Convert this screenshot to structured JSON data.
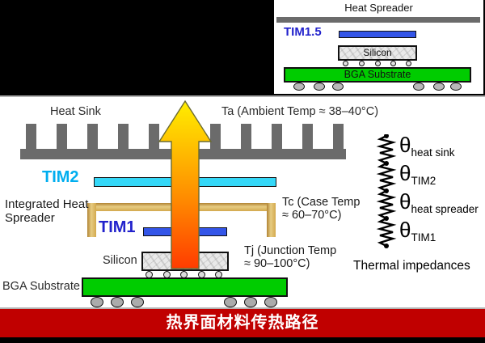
{
  "inset": {
    "title": "Heat Spreader",
    "tim_label": "TIM1.5",
    "silicon_label": "Silicon",
    "bga_label": "BGA Substrate"
  },
  "main": {
    "heat_sink_label": "Heat Sink",
    "ta_label": "Ta (Ambient Temp ≈ 38–40°C)",
    "tim2_label": "TIM2",
    "ihs_label_line1": "Integrated Heat",
    "ihs_label_line2": "Spreader",
    "tim1_label": "TIM1",
    "tc_label_line1": "Tc (Case Temp",
    "tc_label_line2": "≈ 60–70°C)",
    "silicon_label": "Silicon",
    "tj_label_line1": "Tj (Junction Temp",
    "tj_label_line2": "≈ 90–100°C)",
    "bga_label": "BGA Substrate"
  },
  "impedances": {
    "caption": "Thermal impedances",
    "items": [
      {
        "symbol": "θ",
        "sub": "heat sink"
      },
      {
        "symbol": "θ",
        "sub": "TIM2"
      },
      {
        "symbol": "θ",
        "sub": "heat spreader"
      },
      {
        "symbol": "θ",
        "sub": "TIM1"
      }
    ]
  },
  "banner": {
    "text": "热界面材料传热路径"
  },
  "colors": {
    "banner_red": "#C00000",
    "tim_bar_blue": "#3355E8",
    "tim2_bar_cyan": "#35D8F8",
    "tim2_label_cyan": "#00AEEF",
    "tim_label_blue": "#2222CC",
    "bga_green": "#00CC00",
    "metal_gray": "#6B6B6B",
    "ihs_gold": "#D2A750",
    "arrow_top": "#FFEE00",
    "arrow_bottom": "#FF3C00"
  }
}
